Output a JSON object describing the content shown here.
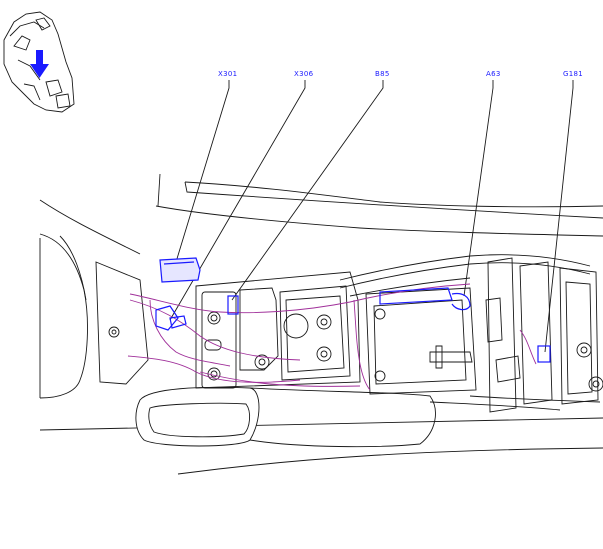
{
  "callouts": [
    {
      "id": "x301",
      "label": "X301"
    },
    {
      "id": "x306",
      "label": "X306"
    },
    {
      "id": "b85",
      "label": "B85"
    },
    {
      "id": "a63",
      "label": "A63"
    },
    {
      "id": "g181",
      "label": "G181"
    }
  ],
  "colors": {
    "component_highlight": "#1a1aff",
    "harness": "#a0309a",
    "line_art": "#1a1a1a",
    "background": "#ffffff"
  },
  "locator_thumbnail": {
    "arrow_icon": "down-arrow-icon"
  }
}
